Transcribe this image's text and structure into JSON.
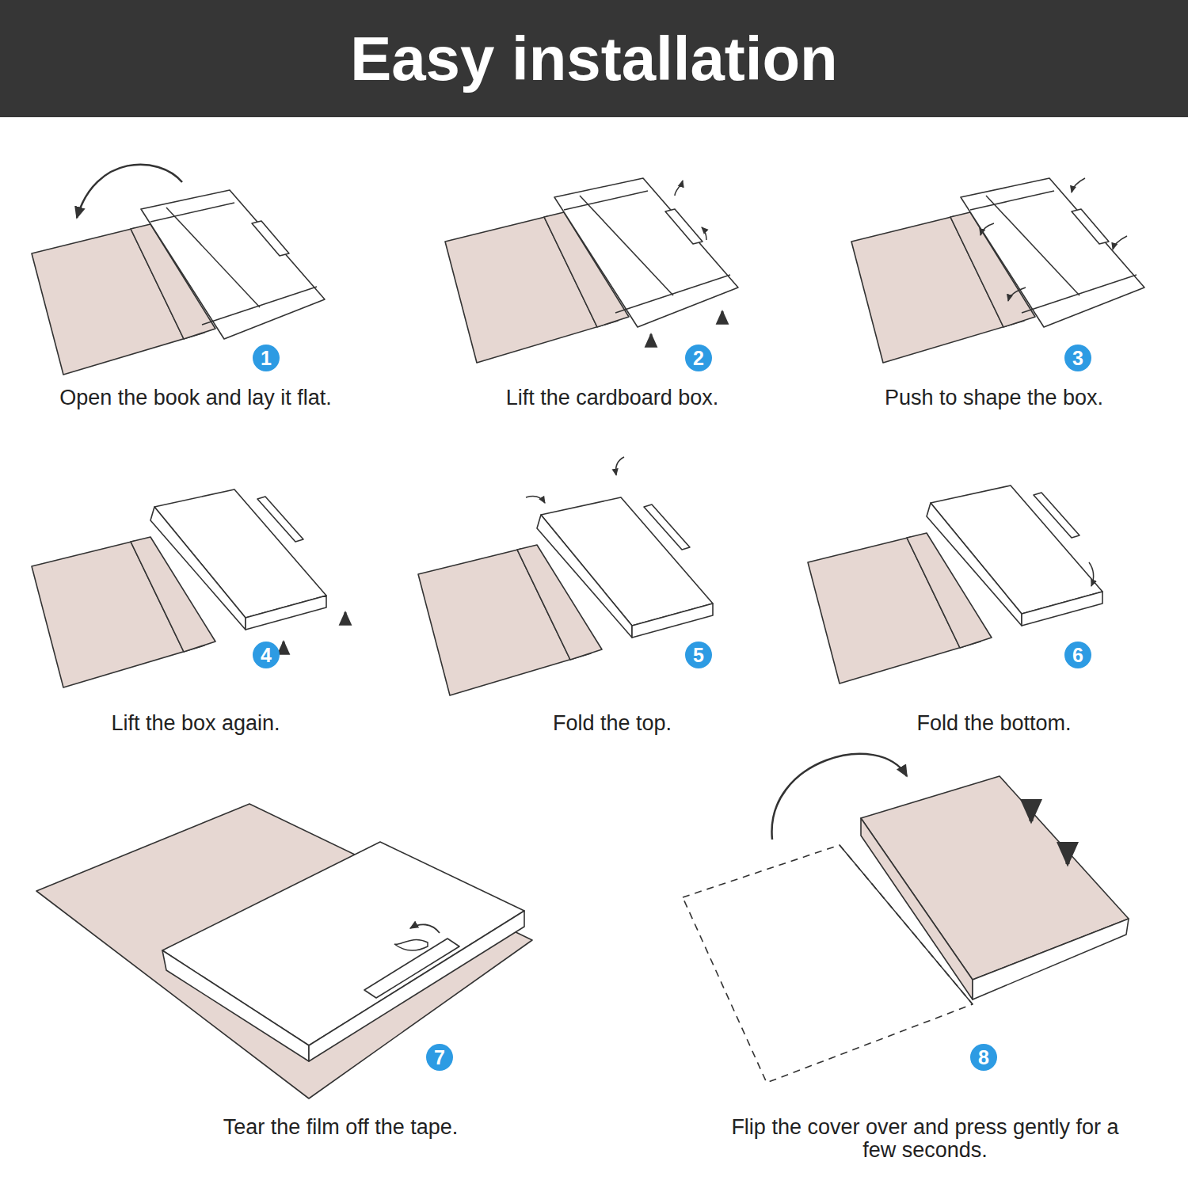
{
  "diagram": {
    "title": "Easy installation",
    "nodes": [
      {
        "text": [
          "1"
        ]
      },
      {
        "text": [
          "2"
        ]
      },
      {
        "text": [
          "3"
        ]
      },
      {
        "text": [
          "4"
        ]
      },
      {
        "text": [
          "5"
        ]
      },
      {
        "text": [
          "6"
        ]
      },
      {
        "text": [
          "7"
        ]
      },
      {
        "text": [
          "8"
        ]
      }
    ],
    "labels": [
      "Open the book and lay it flat.",
      "Lift the cardboard box.",
      "Push to shape the box.",
      "Lift the box again.",
      "Fold the top.",
      "Fold the bottom.",
      "Tear the film off the tape.",
      "Flip the cover over and press gently for a few seconds."
    ]
  }
}
